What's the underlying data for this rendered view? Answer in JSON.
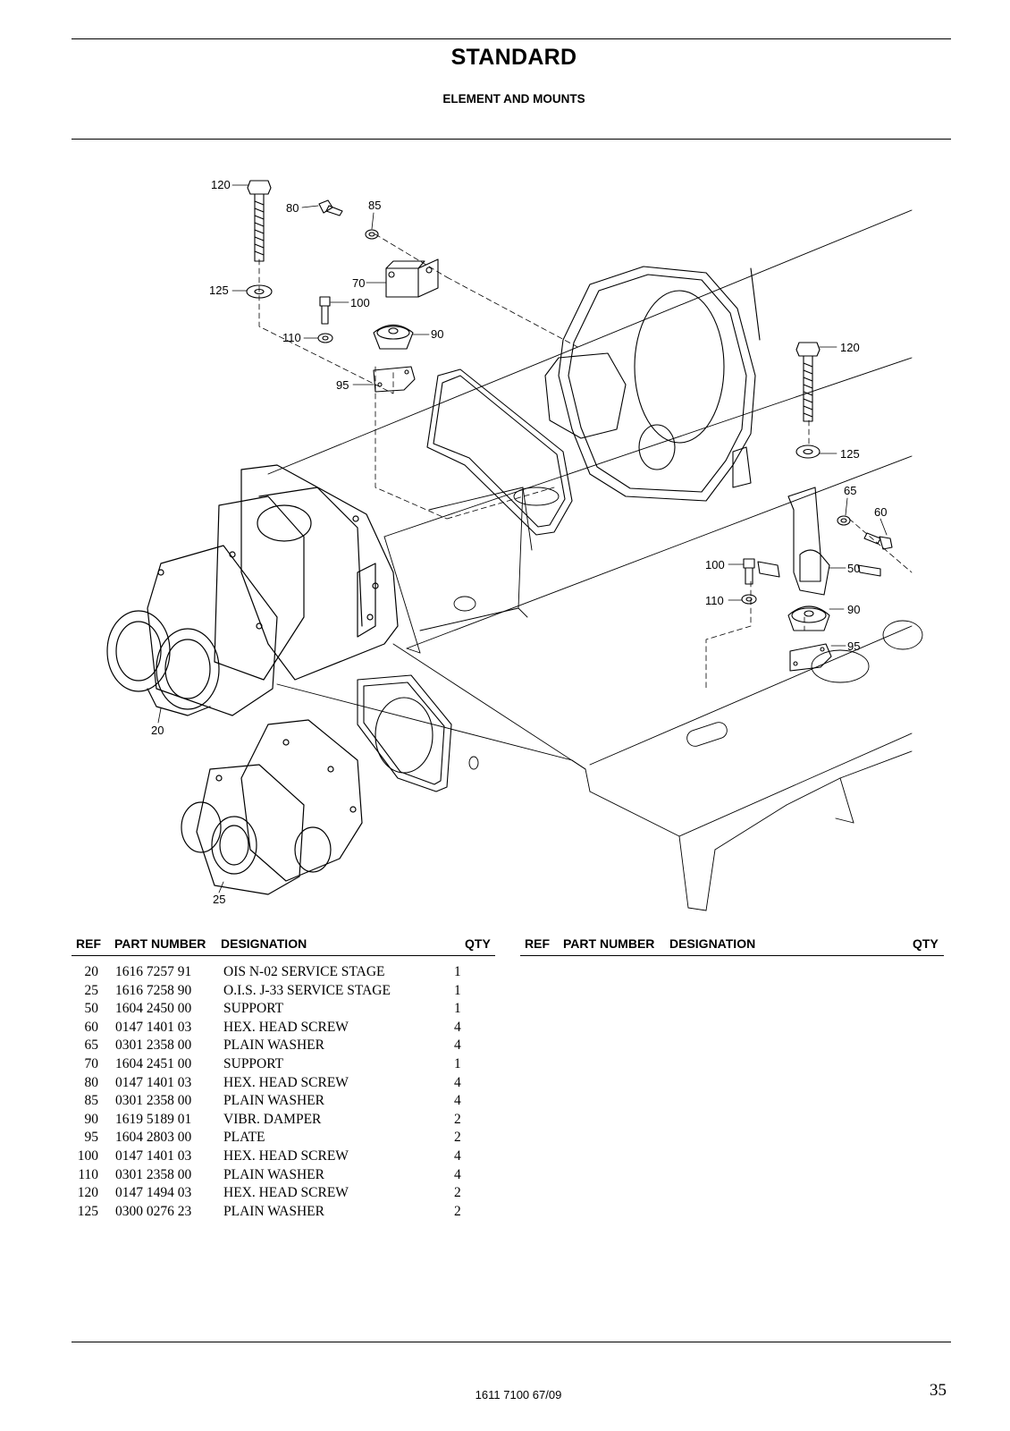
{
  "header": {
    "title": "STANDARD",
    "subtitle": "ELEMENT AND MOUNTS"
  },
  "drawing": {
    "callouts": [
      "120",
      "80",
      "85",
      "70",
      "125",
      "100",
      "110",
      "90",
      "95",
      "120",
      "125",
      "65",
      "60",
      "100",
      "50",
      "110",
      "90",
      "95",
      "20",
      "25"
    ]
  },
  "parts_table": {
    "columns": {
      "ref": "REF",
      "part_number": "PART NUMBER",
      "designation": "DESIGNATION",
      "qty": "QTY"
    },
    "rows": [
      {
        "ref": "20",
        "part_number": "1616 7257 91",
        "designation": "OIS N-02 SERVICE STAGE",
        "qty": "1"
      },
      {
        "ref": "25",
        "part_number": "1616 7258 90",
        "designation": "O.I.S. J-33 SERVICE STAGE",
        "qty": "1"
      },
      {
        "ref": "50",
        "part_number": "1604 2450 00",
        "designation": "SUPPORT",
        "qty": "1"
      },
      {
        "ref": "60",
        "part_number": "0147 1401 03",
        "designation": "HEX. HEAD SCREW",
        "qty": "4"
      },
      {
        "ref": "65",
        "part_number": "0301 2358 00",
        "designation": "PLAIN WASHER",
        "qty": "4"
      },
      {
        "ref": "70",
        "part_number": "1604 2451 00",
        "designation": "SUPPORT",
        "qty": "1"
      },
      {
        "ref": "80",
        "part_number": "0147 1401 03",
        "designation": "HEX. HEAD SCREW",
        "qty": "4"
      },
      {
        "ref": "85",
        "part_number": "0301 2358 00",
        "designation": "PLAIN WASHER",
        "qty": "4"
      },
      {
        "ref": "90",
        "part_number": "1619 5189 01",
        "designation": "VIBR. DAMPER",
        "qty": "2"
      },
      {
        "ref": "95",
        "part_number": "1604 2803 00",
        "designation": "PLATE",
        "qty": "2"
      },
      {
        "ref": "100",
        "part_number": "0147 1401 03",
        "designation": "HEX. HEAD SCREW",
        "qty": "4"
      },
      {
        "ref": "110",
        "part_number": "0301 2358 00",
        "designation": "PLAIN WASHER",
        "qty": "4"
      },
      {
        "ref": "120",
        "part_number": "0147 1494 03",
        "designation": "HEX. HEAD SCREW",
        "qty": "2"
      },
      {
        "ref": "125",
        "part_number": "0300 0276 23",
        "designation": "PLAIN WASHER",
        "qty": "2"
      }
    ]
  },
  "footer": {
    "doc_number": "1611 7100 67/09",
    "page_number": "35"
  }
}
